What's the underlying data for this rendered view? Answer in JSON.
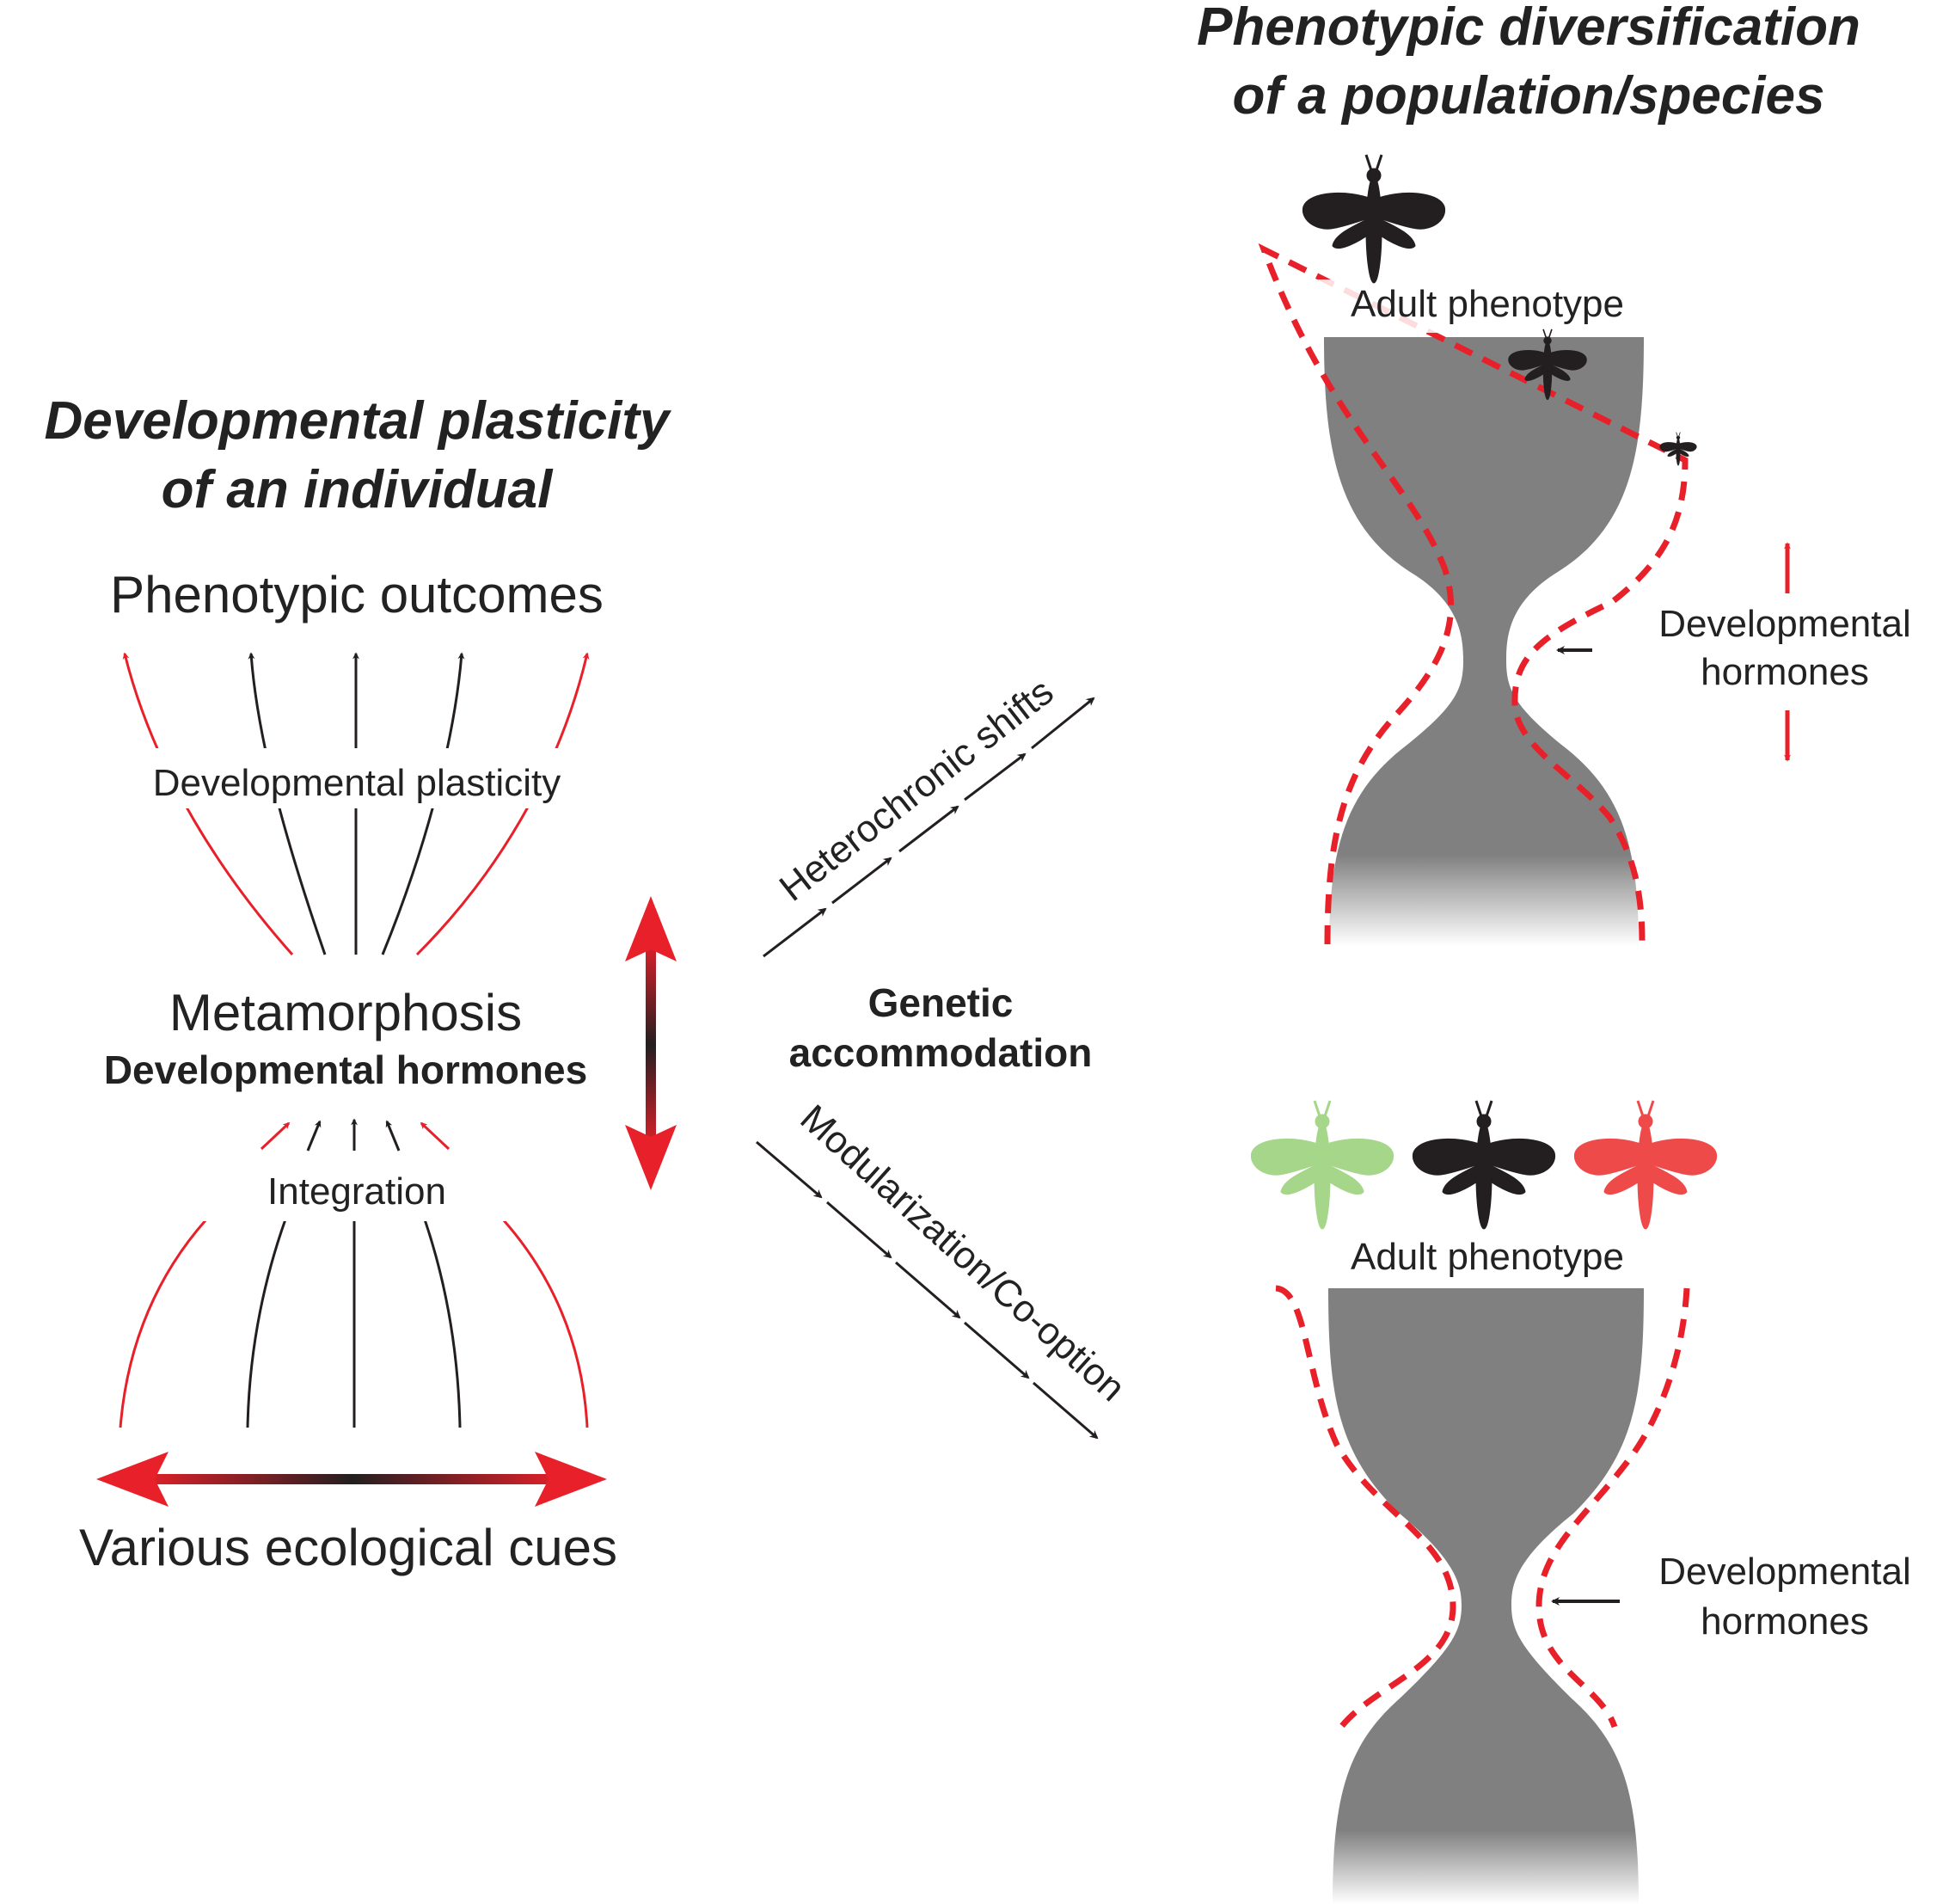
{
  "left_panel": {
    "title_line1": "Developmental plasticity",
    "title_line2": "of an individual",
    "outcomes_label": "Phenotypic outcomes",
    "plasticity_label": "Developmental plasticity",
    "metamorphosis_label": "Metamorphosis",
    "hormones_label": "Developmental hormones",
    "integration_label": "Integration",
    "cues_label": "Various ecological cues"
  },
  "center": {
    "heterochronic_label": "Heterochronic shifts",
    "genetic_line1": "Genetic",
    "genetic_line2": "accommodation",
    "modularization_label": "Modularization/Co-option"
  },
  "right_panel": {
    "title_line1": "Phenotypic diversification",
    "title_line2": "of a population/species",
    "top": {
      "adult_label": "Adult phenotype",
      "hormones_line1": "Developmental",
      "hormones_line2": "hormones"
    },
    "bottom": {
      "adult_label": "Adult phenotype",
      "hormones_line1": "Developmental",
      "hormones_line2": "hormones"
    }
  },
  "colors": {
    "red": "#e8202a",
    "black": "#231f20",
    "hourglass": "#808080",
    "moth_green": "#a6d68a",
    "moth_black": "#231f20",
    "moth_red": "#ef4a4a"
  }
}
